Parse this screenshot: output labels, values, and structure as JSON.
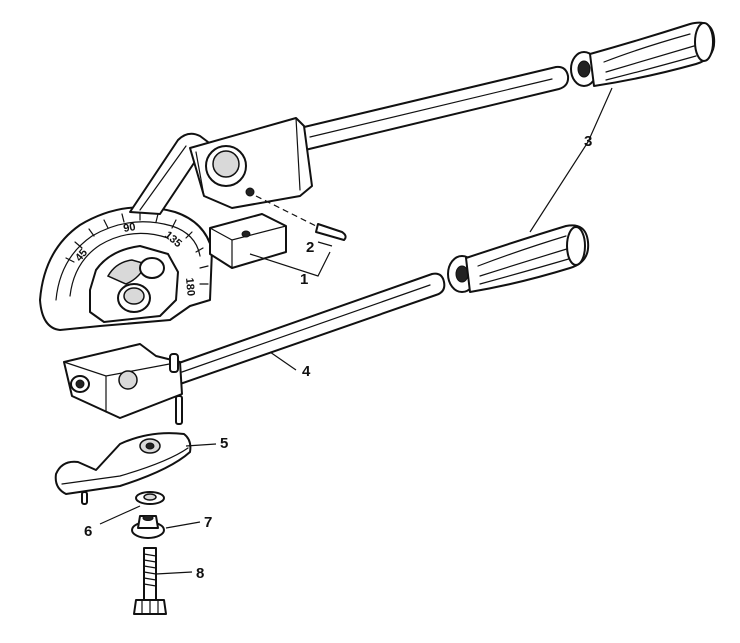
{
  "callouts": {
    "c1": "1",
    "c2": "2",
    "c3": "3",
    "c4": "4",
    "c5": "5",
    "c6": "6",
    "c7": "7",
    "c8": "8"
  },
  "scale_marks": {
    "m45": "45",
    "m90": "90",
    "m135": "135",
    "m180": "180"
  },
  "colors": {
    "ink": "#111111",
    "paper": "#ffffff",
    "shade": "#d9d9d9"
  }
}
